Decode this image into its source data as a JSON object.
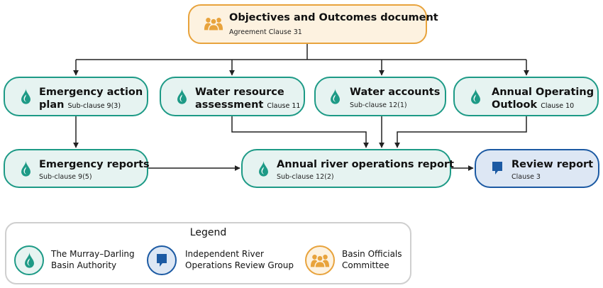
{
  "nodes": {
    "objectives": {
      "title": "Objectives and Outcomes document",
      "clause": "Agreement Clause 31"
    },
    "emergency_action_plan": {
      "title_line1": "Emergency action",
      "title_line2": "plan",
      "clause": "Sub-clause 9(3)"
    },
    "water_resource_assessment": {
      "title_line1": "Water resource",
      "title_line2": "assessment",
      "clause": "Clause 11"
    },
    "water_accounts": {
      "title": "Water accounts",
      "clause": "Sub-clause 12(1)"
    },
    "annual_operating_outlook": {
      "title_line1": "Annual Operating",
      "title_line2": "Outlook",
      "clause": "Clause 10"
    },
    "emergency_reports": {
      "title": "Emergency reports",
      "clause": "Sub-clause 9(5)"
    },
    "annual_river_operations_report": {
      "title": "Annual river operations report",
      "clause": "Sub-clause 12(2)"
    },
    "review_report": {
      "title": "Review report",
      "clause": "Clause 3"
    }
  },
  "legend": {
    "title": "Legend",
    "items": [
      {
        "line1": "The Murray–Darling",
        "line2": "Basin Authority",
        "icon": "water-drop-icon"
      },
      {
        "line1": "Independent River",
        "line2": "Operations Review Group",
        "icon": "speech-bubble-icon"
      },
      {
        "line1": "Basin Officials",
        "line2": "Committee",
        "icon": "people-group-icon"
      }
    ]
  },
  "colors": {
    "mdba_border": "#1d9a86",
    "mdba_fill": "#e6f3f1",
    "irorg_border": "#1c5aa3",
    "irorg_fill": "#dde7f4",
    "boc_border": "#e8a33c",
    "boc_fill": "#fdf2e0",
    "connector": "#222222"
  }
}
